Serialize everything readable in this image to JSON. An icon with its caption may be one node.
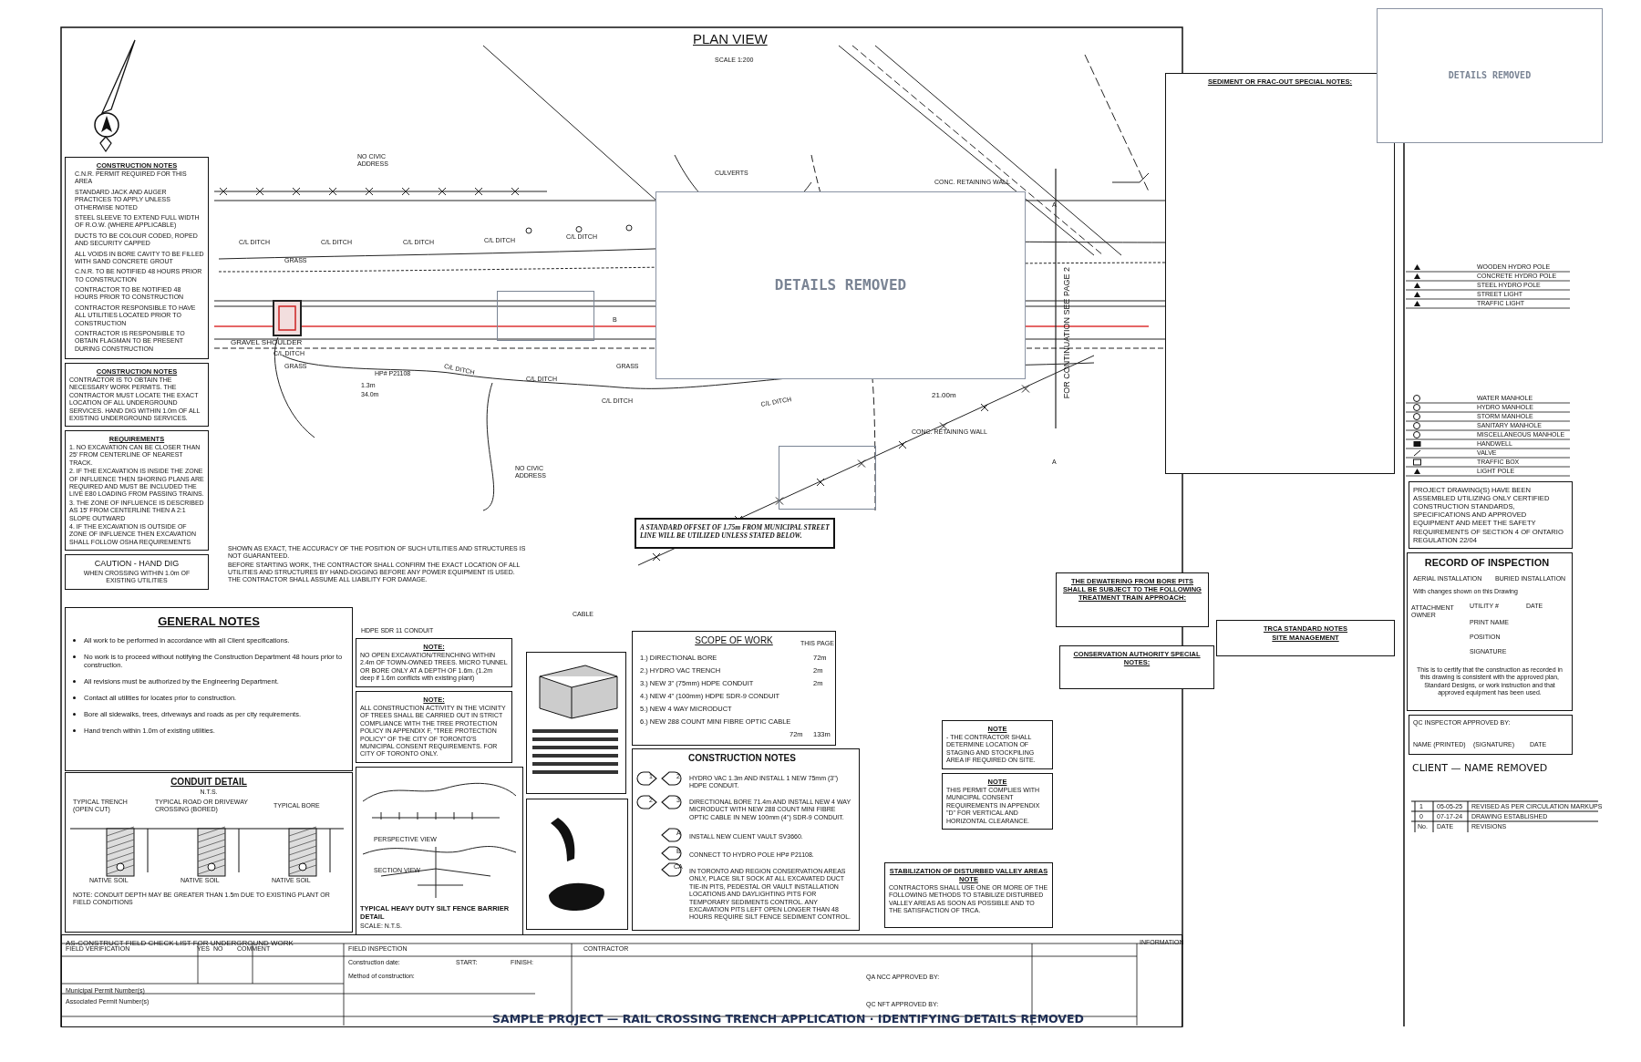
{
  "diagram": {
    "title": "PLAN VIEW",
    "caption": "SAMPLE PROJECT — RAIL CROSSING TRENCH APPLICATION · IDENTIFYING DETAILS REMOVED",
    "nodes": [
      {
        "text": [
          "CONSTRUCTION NOTES",
          "C.N.R. PERMIT REQUIRED FOR THIS AREA",
          "STANDARD JACK AND AUGER PRACTICES TO APPLY UNLESS OTHERWISE NOTED",
          "STEEL SLEEVE TO EXTEND FULL WIDTH OF R.O.W. (WHERE APPLICABLE)",
          "DUCTS TO BE COLOUR CODED, ROPED AND SECURITY CAPPED",
          "ALL VOIDS IN BORE CAVITY TO BE FILLED WITH SAND CONCRETE GROUT",
          "C.N.R. TO BE NOTIFIED 48 HOURS PRIOR TO CONSTRUCTION",
          "CONTRACTOR TO BE NOTIFIED 48 HOURS PRIOR TO CONSTRUCTION",
          "CONTRACTOR RESPONSIBLE TO HAVE ALL UTILITIES LOCATED PRIOR TO CONSTRUCTION",
          "CONTRACTOR IS RESPONSIBLE TO OBTAIN FLAGMAN TO BE PRESENT DURING CONSTRUCTION"
        ]
      },
      {
        "text": [
          "CONSTRUCTION NOTES",
          "CONTRACTOR IS TO OBTAIN THE NECESSARY WORK PERMITS. THE CONTRACTOR MUST LOCATE THE EXACT LOCATION OF ALL UNDERGROUND SERVICES. HAND DIG WITHIN 1.0m OF ALL EXISTING UNDERGROUND SERVICES."
        ]
      },
      {
        "text": [
          "REQUIREMENTS",
          "1. NO EXCAVATION CAN BE CLOSER THAN 25' FROM CENTERLINE OF NEAREST TRACK.",
          "2. IF THE EXCAVATION IS INSIDE THE ZONE OF INFLUENCE THEN SHORING PLANS ARE REQUIRED AND MUST BE INCLUDED THE LIVE E80 LOADING FROM PASSING TRAINS.",
          "3. THE ZONE OF INFLUENCE IS DESCRIBED AS 15' FROM CENTERLINE THEN A 2:1 SLOPE OUTWARD",
          "4. IF THE EXCAVATION IS OUTSIDE OF ZONE OF INFLUENCE THEN EXCAVATION SHALL FOLLOW OSHA REQUIREMENTS"
        ]
      },
      {
        "text": [
          "CAUTION - HAND DIG",
          "WHEN CROSSING WITHIN 1.0m OF EXISTING UTILITIES"
        ]
      },
      {
        "text": [
          "GENERAL NOTES",
          "All work to be performed in accordance with all Client specifications.",
          "No work is to proceed without notifying the Construction Department 48 hours prior to construction.",
          "All revisions must be authorized by the Engineering Department.",
          "Contact all utilities for locates prior to construction.",
          "Bore all sidewalks, trees, driveways and roads as per city requirements.",
          "Hand trench within 1.0m of existing utilities."
        ]
      },
      {
        "text": [
          "CONDUIT DETAIL",
          "N.T.S."
        ]
      },
      {
        "text": [
          "NOTE:",
          "NO OPEN EXCAVATION/TRENCHING WITHIN 2.4m OF TOWN-OWNED TREES. MICRO TUNNEL OR BORE ONLY AT A DEPTH OF 1.6m. (1.2m deep if 1.6m conflicts with existing plant)"
        ]
      },
      {
        "text": [
          "NOTE:",
          "ALL CONSTRUCTION ACTIVITY IN THE VICINITY OF TREES SHALL BE CARRIED OUT IN STRICT COMPLIANCE WITH THE TREE PROTECTION POLICY IN APPENDIX F, \"TREE PROTECTION POLICY\" OF THE CITY OF TORONTO'S MUNICIPAL CONSENT REQUIREMENTS. FOR CITY OF TORONTO ONLY."
        ]
      },
      {
        "text": [
          "TYPICAL HEAVY DUTY SILT FENCE BARRIER DETAIL",
          "SCALE: N.T.S."
        ]
      },
      {
        "text": [
          "SCOPE OF WORK"
        ]
      },
      {
        "text": [
          "CONSTRUCTION NOTES",
          "HYDRO VAC 1.3m AND INSTALL 1 NEW 75mm (3\") HDPE CONDUIT.",
          "DIRECTIONAL BORE 71.4m AND INSTALL NEW 4 WAY MICRODUCT WITH NEW 288 COUNT MINI FIBRE OPTIC CABLE IN NEW 100mm (4\") SDR-9 CONDUIT.",
          "INSTALL NEW CLIENT VAULT SV3660.",
          "CONNECT TO HYDRO POLE HP# P21108.",
          "IN TORONTO AND REGION CONSERVATION AREAS ONLY, PLACE SILT SOCK AT ALL EXCAVATED DUCT TIE-IN PITS, PEDESTAL OR VAULT INSTALLATION LOCATIONS AND DAYLIGHTING PITS FOR TEMPORARY SEDIMENTS CONTROL. ANY EXCAVATION PITS LEFT OPEN LONGER THAN 48 HOURS REQUIRE SILT FENCE SEDIMENT CONTROL."
        ]
      },
      {
        "text": [
          "A STANDARD OFFSET OF 1.75m FROM MUNICIPAL STREET LINE WILL BE UTILIZED UNLESS STATED BELOW."
        ]
      },
      {
        "text": [
          "STABILIZATION OF DISTURBED VALLEY AREAS NOTE",
          "CONTRACTORS SHALL USE ONE OR MORE OF THE FOLLOWING METHODS TO STABILIZE DISTURBED VALLEY AREAS AS SOON AS POSSIBLE AND TO THE SATISFACTION OF TRCA."
        ]
      },
      {
        "text": [
          "NOTE",
          "- THE CONTRACTOR SHALL DETERMINE LOCATION OF STAGING AND STOCKPILING AREA IF REQUIRED ON SITE."
        ]
      },
      {
        "text": [
          "NOTE",
          "THIS PERMIT COMPLIES WITH MUNICIPAL CONSENT REQUIREMENTS IN APPENDIX \"D\" FOR VERTICAL AND HORIZONTAL CLEARANCE."
        ]
      },
      {
        "text": [
          "SEDIMENT OR FRAC-OUT SPECIAL NOTES:"
        ]
      },
      {
        "text": [
          "THE DEWATERING FROM BORE PITS SHALL BE SUBJECT TO THE FOLLOWING TREATMENT TRAIN APPROACH:"
        ]
      },
      {
        "text": [
          "CONSERVATION AUTHORITY SPECIAL NOTES:"
        ]
      },
      {
        "text": [
          "TRCA STANDARD NOTES",
          "SITE MANAGEMENT"
        ]
      },
      {
        "text": [
          "PROJECT DRAWING(S) HAVE BEEN ASSEMBLED UTILIZING ONLY CERTIFIED CONSTRUCTION STANDARDS, SPECIFICATIONS AND APPROVED EQUIPMENT AND MEET THE SAFETY REQUIREMENTS OF SECTION 4 OF ONTARIO REGULATION 22/04"
        ]
      },
      {
        "text": [
          "RECORD OF INSPECTION",
          "AERIAL INSTALLATION",
          "BURIED INSTALLATION",
          "With changes shown on this Drawing",
          "ATTACHMENT OWNER",
          "UTILITY #",
          "DATE",
          "PRINT NAME",
          "POSITION",
          "SIGNATURE",
          "This is to certify that the construction as recorded in this drawing is consistent with the approved plan, Standard Designs, or work instruction and that approved equipment has been used."
        ]
      },
      {
        "text": [
          "QC INSPECTOR APPROVED BY:",
          "NAME (PRINTED)",
          "(SIGNATURE)",
          "DATE"
        ]
      },
      {
        "text": [
          "CLIENT — NAME REMOVED"
        ]
      },
      {
        "text": [
          "DETAILS REMOVED"
        ]
      },
      {
        "text": [
          "DETAILS REMOVED"
        ]
      },
      {
        "text": [
          "AS-CONSTRUCT FIELD CHECK LIST FOR UNDERGROUND WORK"
        ]
      },
      {
        "text": [],
        "shape": "box"
      },
      {
        "text": [],
        "shape": "box"
      }
    ],
    "labels": [
      "SCALE 1:200",
      "GRAVEL SHOULDER",
      "GRASS",
      "GRASS",
      "GRASS",
      "C/L DITCH",
      "C/L DITCH",
      "C/L DITCH",
      "C/L DITCH",
      "C/L DITCH",
      "C/L DITCH",
      "C/L DITCH",
      "C/L DITCH",
      "C/L DITCH",
      "C/L DITCH",
      "CULVERTS",
      "CONC. RETAINING WALL",
      "CONC. RETAINING WALL",
      "1.3m",
      "34.0m",
      "21.00m",
      "HP# P21108",
      "NO CIVIC ADDRESS",
      "NO CIVIC ADDRESS",
      "FOR CONTINUATION SEE PAGE 2",
      "A",
      "A",
      "B",
      "SHOWN AS EXACT, THE ACCURACY OF THE POSITION OF SUCH UTILITIES AND STRUCTURES IS NOT GUARANTEED.",
      "BEFORE STARTING WORK, THE CONTRACTOR SHALL CONFIRM THE EXACT LOCATION OF ALL UTILITIES AND STRUCTURES BY HAND-DIGGING BEFORE ANY POWER EQUIPMENT IS USED. THE CONTRACTOR SHALL ASSUME ALL LIABILITY FOR DAMAGE.",
      "HDPE SDR 11 CONDUIT",
      "CABLE",
      "THIS PAGE",
      "1.) DIRECTIONAL BORE",
      "72m",
      "2.) HYDRO VAC TRENCH",
      "2m",
      "3.) NEW 3\" (75mm) HDPE CONDUIT",
      "2m",
      "4.) NEW 4\" (100mm) HDPE SDR-9 CONDUIT",
      "5.) NEW 4 WAY MICRODUCT",
      "6.) NEW 288 COUNT MINI FIBRE OPTIC CABLE",
      "72m",
      "133m",
      "1",
      "2",
      "2",
      "3",
      "A",
      "B",
      "CA",
      "TYPICAL TRENCH (OPEN CUT)",
      "TYPICAL ROAD OR DRIVEWAY CROSSING (BORED)",
      "TYPICAL BORE",
      "NATIVE SOIL",
      "NATIVE SOIL",
      "NATIVE SOIL",
      "NOTE: CONDUIT DEPTH MAY BE GREATER THAN 1.5m DUE TO EXISTING PLANT OR FIELD CONDITIONS",
      "PERSPECTIVE VIEW",
      "SECTION VIEW",
      "FIELD VERIFICATION",
      "YES",
      "NO",
      "COMMENT",
      "FIELD INSPECTION",
      "Construction date:",
      "START:",
      "FINISH:",
      "Method of construction:",
      "CONTRACTOR",
      "Municipal Permit Number(s)",
      "Associated Permit Number(s)",
      "QA NCC APPROVED BY:",
      "QC NFT APPROVED BY:",
      "INFORMATION",
      "1",
      "05-05-25",
      "REVISED AS PER CIRCULATION MARKUPS",
      "0",
      "07-17-24",
      "DRAWING ESTABLISHED",
      "No.",
      "DATE",
      "REVISIONS"
    ],
    "legend": [
      {
        "text": "WOODEN HYDRO POLE"
      },
      {
        "text": "CONCRETE HYDRO POLE"
      },
      {
        "text": "STEEL HYDRO POLE"
      },
      {
        "text": "STREET LIGHT"
      },
      {
        "text": "TRAFFIC LIGHT"
      },
      {
        "text": "WATER MANHOLE"
      },
      {
        "text": "HYDRO MANHOLE"
      },
      {
        "text": "STORM MANHOLE"
      },
      {
        "text": "SANITARY MANHOLE"
      },
      {
        "text": "MISCELLANEOUS MANHOLE"
      },
      {
        "text": "HANDWELL"
      },
      {
        "text": "VALVE"
      },
      {
        "text": "TRAFFIC BOX"
      },
      {
        "text": "LIGHT POLE"
      }
    ]
  }
}
